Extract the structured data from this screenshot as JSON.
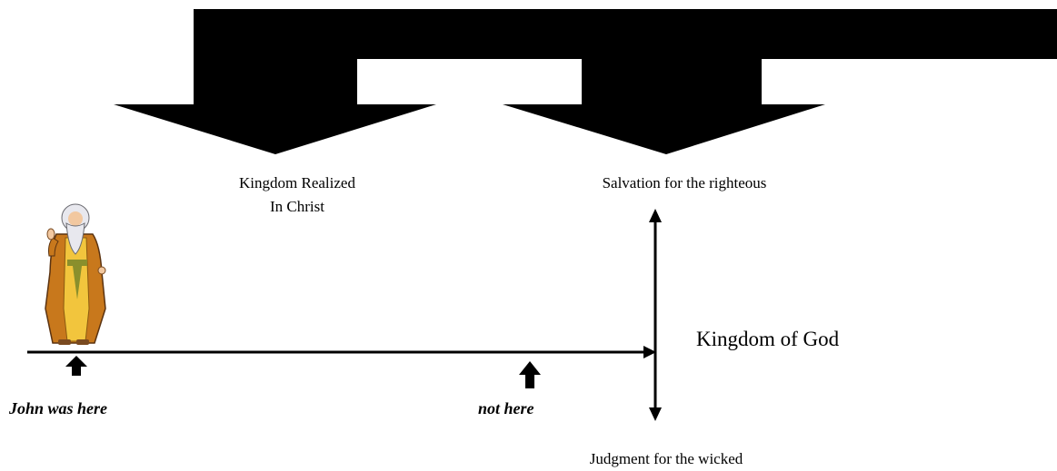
{
  "diagram": {
    "top_arrow_labels": {
      "first": [
        "Kingdom Realized",
        "In Christ"
      ],
      "second": "Salvation for the righteous"
    },
    "kingdom_label": "Kingdom of God",
    "bottom_label": "Judgment for the wicked",
    "markers": {
      "john": "John was here",
      "not_here": "not here"
    },
    "colors": {
      "ink": "#000000",
      "background": "#ffffff",
      "robe_outer": "#c8781c",
      "robe_inner": "#f2c53d",
      "sash": "#8a8f2c",
      "beard": "#e8e8ee",
      "skin": "#f2c8a0"
    },
    "figure_icon": "bearded-prophet-figure"
  }
}
